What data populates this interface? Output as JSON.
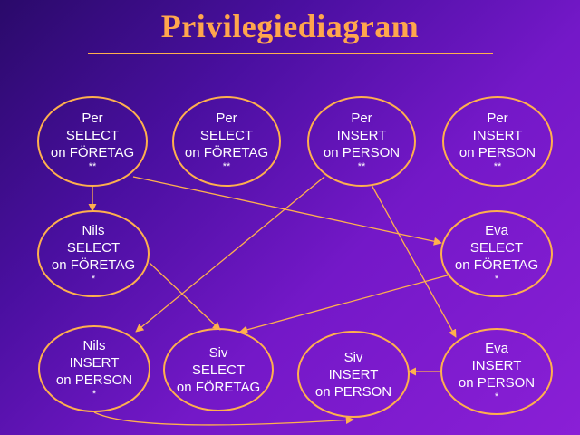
{
  "title": "Privilegiediagram",
  "colors": {
    "accent": "#ffb04d",
    "title": "#ffa64d",
    "text": "#ffffff"
  },
  "nodes": [
    {
      "id": "per-select-1",
      "user": "Per",
      "privilege": "SELECT",
      "object": "on FÖRETAG",
      "mark": "**"
    },
    {
      "id": "per-select-2",
      "user": "Per",
      "privilege": "SELECT",
      "object": "on FÖRETAG",
      "mark": "**"
    },
    {
      "id": "per-insert-1",
      "user": "Per",
      "privilege": "INSERT",
      "object": "on PERSON",
      "mark": "**"
    },
    {
      "id": "per-insert-2",
      "user": "Per",
      "privilege": "INSERT",
      "object": "on PERSON",
      "mark": "**"
    },
    {
      "id": "nils-select",
      "user": "Nils",
      "privilege": "SELECT",
      "object": "on FÖRETAG",
      "mark": "*"
    },
    {
      "id": "eva-select",
      "user": "Eva",
      "privilege": "SELECT",
      "object": "on FÖRETAG",
      "mark": "*"
    },
    {
      "id": "nils-insert",
      "user": "Nils",
      "privilege": "INSERT",
      "object": "on PERSON",
      "mark": "*"
    },
    {
      "id": "siv-select",
      "user": "Siv",
      "privilege": "SELECT",
      "object": "on FÖRETAG",
      "mark": ""
    },
    {
      "id": "siv-insert",
      "user": "Siv",
      "privilege": "INSERT",
      "object": "on PERSON",
      "mark": ""
    },
    {
      "id": "eva-insert",
      "user": "Eva",
      "privilege": "INSERT",
      "object": "on PERSON",
      "mark": "*"
    }
  ],
  "edges": [
    {
      "from": "per-select-1",
      "to": "nils-select"
    },
    {
      "from": "per-select-1",
      "to": "eva-select"
    },
    {
      "from": "per-insert-1",
      "to": "nils-insert"
    },
    {
      "from": "per-insert-1",
      "to": "eva-insert"
    },
    {
      "from": "nils-select",
      "to": "siv-select"
    },
    {
      "from": "eva-select",
      "to": "siv-select"
    },
    {
      "from": "eva-insert",
      "to": "siv-insert"
    },
    {
      "from": "nils-insert",
      "to": "siv-insert"
    }
  ]
}
